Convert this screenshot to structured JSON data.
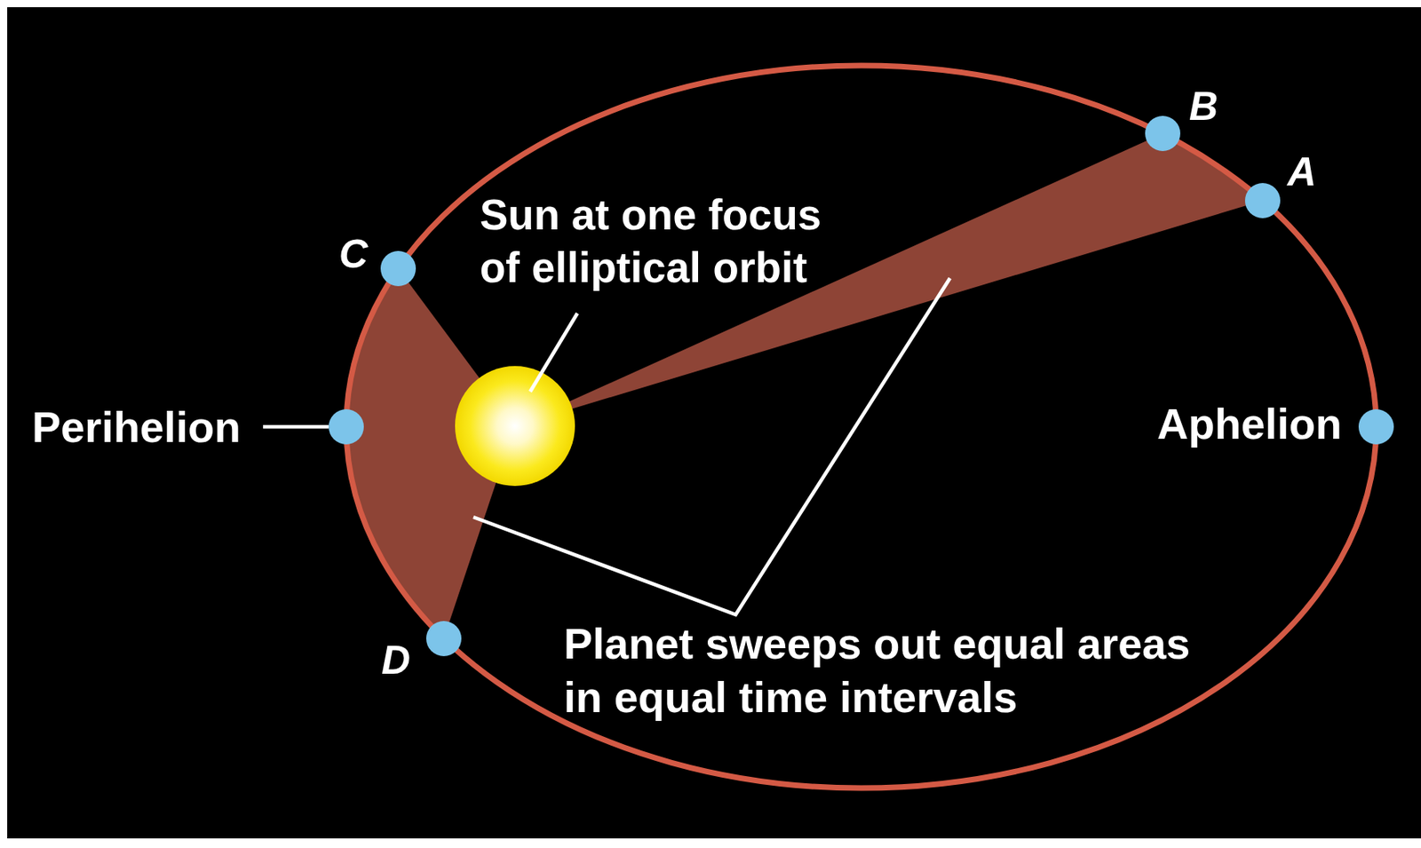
{
  "diagram": {
    "labels": [
      "B",
      "A",
      "Sun at one focus of elliptical orbit",
      "C",
      "Perihelion",
      "Aphelion",
      "D",
      "Planet sweeps out equal areas in equal time intervals"
    ]
  }
}
